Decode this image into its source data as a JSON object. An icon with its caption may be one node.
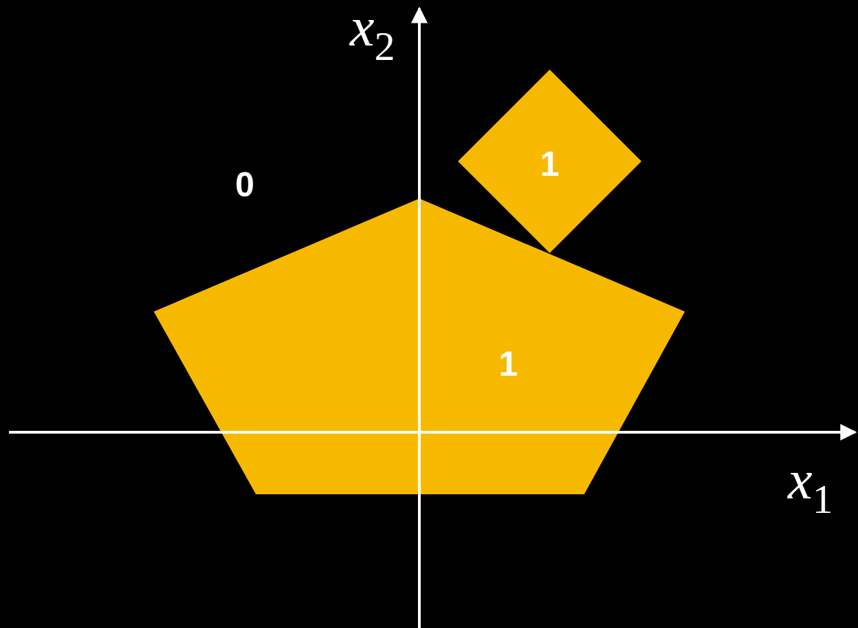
{
  "diagram": {
    "nodes": [
      {
        "text": [
          "1"
        ]
      },
      {
        "text": [
          "1"
        ]
      }
    ],
    "labels": [
      "*x*$_{2}$",
      "0",
      "*x*$_{1}$"
    ]
  }
}
